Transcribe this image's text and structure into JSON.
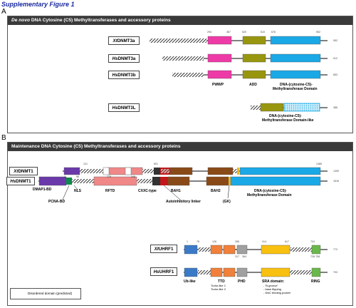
{
  "supplementary_title": "Supplementary Figure 1",
  "panel_a": {
    "letter": "A",
    "title_prefix": "De novo",
    "title_rest": " DNA Cytosine (C5) Methyltransferases and accessory proteins",
    "proteins": [
      {
        "prefix": "Xt",
        "suffix": "DNMT3a",
        "length": "952"
      },
      {
        "prefix": "Hs",
        "suffix": "DNMT3a",
        "length": "912"
      },
      {
        "prefix": "Hs",
        "suffix": "DNMT3b",
        "length": "853"
      },
      {
        "prefix": "Hs",
        "suffix": "DNMT3L",
        "length": "386"
      }
    ],
    "ticks": [
      "294",
      "367",
      "520",
      "610",
      "676",
      "952"
    ],
    "domain_labels": {
      "pwwp": "PWWP",
      "add": "ADD",
      "mtase_line1": "DNA-(cytosine-C5)-",
      "mtase_line2": "Methyltransferase Domain",
      "mtase_like_line1": "DNA-(cytosine-C5)-",
      "mtase_like_line2": "Methyltransferase Domain-like"
    }
  },
  "panel_b": {
    "letter": "B",
    "title": "Maintenance DNA Cytosine (C5) Methyltransferases and accessory proteins",
    "dnmt1": [
      {
        "prefix": "Xt",
        "suffix": "DNMT1",
        "length": "1490"
      },
      {
        "prefix": "Hs",
        "suffix": "DNMT1",
        "length": "1616"
      }
    ],
    "dnmt1_ticks": [
      "1",
      "121",
      "96",
      "178",
      "346",
      "601",
      "1485"
    ],
    "dnmt1_labels": {
      "dmap1": "DMAP1-BD",
      "pcna": "PCNA-BD",
      "nls": "NLS",
      "rfd": "RFTD",
      "cxxc": "CXXC-type",
      "autoinh": "Autoinhibitory linker",
      "bah1": "BAH1",
      "bah2": "BAH2",
      "gk": "(GK)",
      "mtase_line1": "DNA-(cytosine-C5)-",
      "mtase_line2": "Methyltransferase Domain"
    },
    "uhrf1": [
      {
        "prefix": "Xt",
        "suffix": "UHRF1",
        "length": "772"
      },
      {
        "prefix": "Hs",
        "suffix": "UHRF1",
        "length": "793"
      }
    ],
    "uhrf1_ticks": [
      "1",
      "78",
      "126",
      "285",
      "414",
      "617",
      "724"
    ],
    "uhrf1_mid_ticks": [
      "317",
      "364"
    ],
    "uhrf1_ring_tick": "726-758",
    "uhrf1_labels": {
      "ubl": "Ub-like",
      "ttd": "TTD",
      "ttd1": "Tudor-like 1",
      "ttd2": "Tudor-like 2",
      "phd": "PHD",
      "sra": "SRA domain:",
      "sra1": "- 'B-groove'",
      "sra2": "- base flipping",
      "sra3": "- 5mC binding pocket",
      "ring": "RING"
    },
    "legend": "Disordered domain (predicted)"
  },
  "colors": {
    "pwwp": "#ee3aa6",
    "add": "#98960e",
    "mtase": "#1aa8e6",
    "dmap1": "#6a3aaa",
    "pcna": "#0e8a4a",
    "rfd": "#f08888",
    "cxxc": "#333333",
    "autoinh": "#c21818",
    "bah": "#8a4a18",
    "gk": "#f0b820",
    "ubl": "#3a7ac8",
    "ttd": "#f0803a",
    "phd": "#a0a0a0",
    "sra": "#f8c010",
    "ring": "#6ab84a",
    "header": "#3a3a3a"
  }
}
